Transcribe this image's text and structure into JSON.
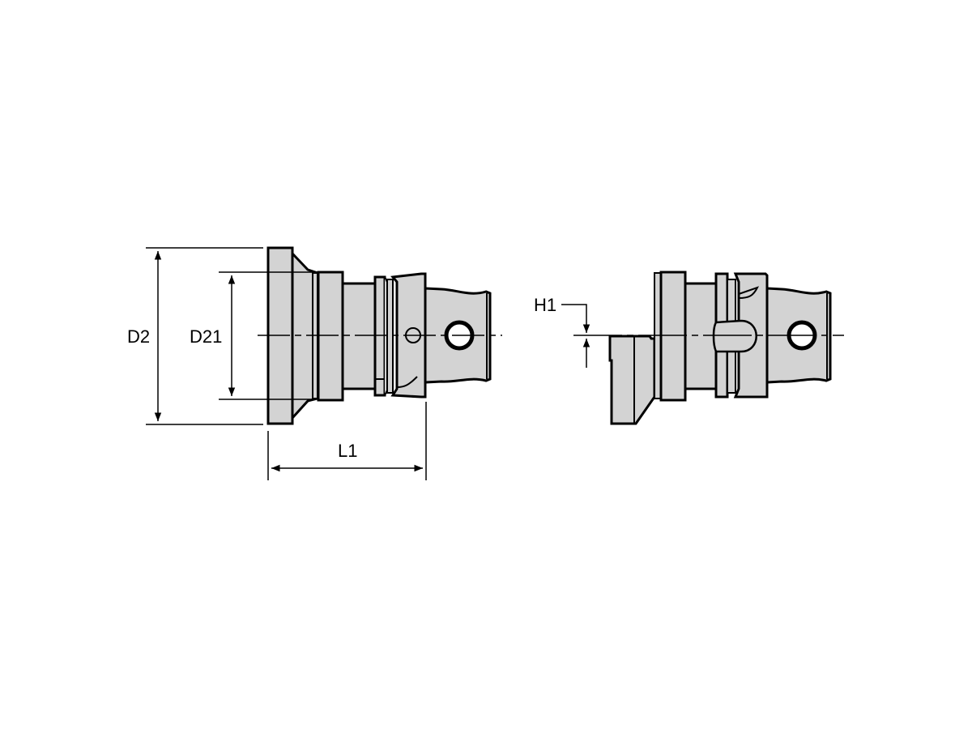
{
  "diagram": {
    "type": "technical-drawing",
    "subject": "modular tool holder / adapter (side views)",
    "colors": {
      "fill": "#d3d3d3",
      "line": "#000000",
      "background": "#ffffff"
    },
    "views": [
      {
        "id": "left-view",
        "description": "side view with flange, cone, collar and shank with cross hole"
      },
      {
        "id": "right-view",
        "description": "side view with offset step (H1) and coolant slot"
      }
    ],
    "dimensions": {
      "d2": {
        "label": "D2",
        "meaning": "flange diameter"
      },
      "d21": {
        "label": "D21",
        "meaning": "shoulder diameter"
      },
      "l1": {
        "label": "L1",
        "meaning": "length"
      },
      "h1": {
        "label": "H1",
        "meaning": "center height offset"
      }
    }
  }
}
